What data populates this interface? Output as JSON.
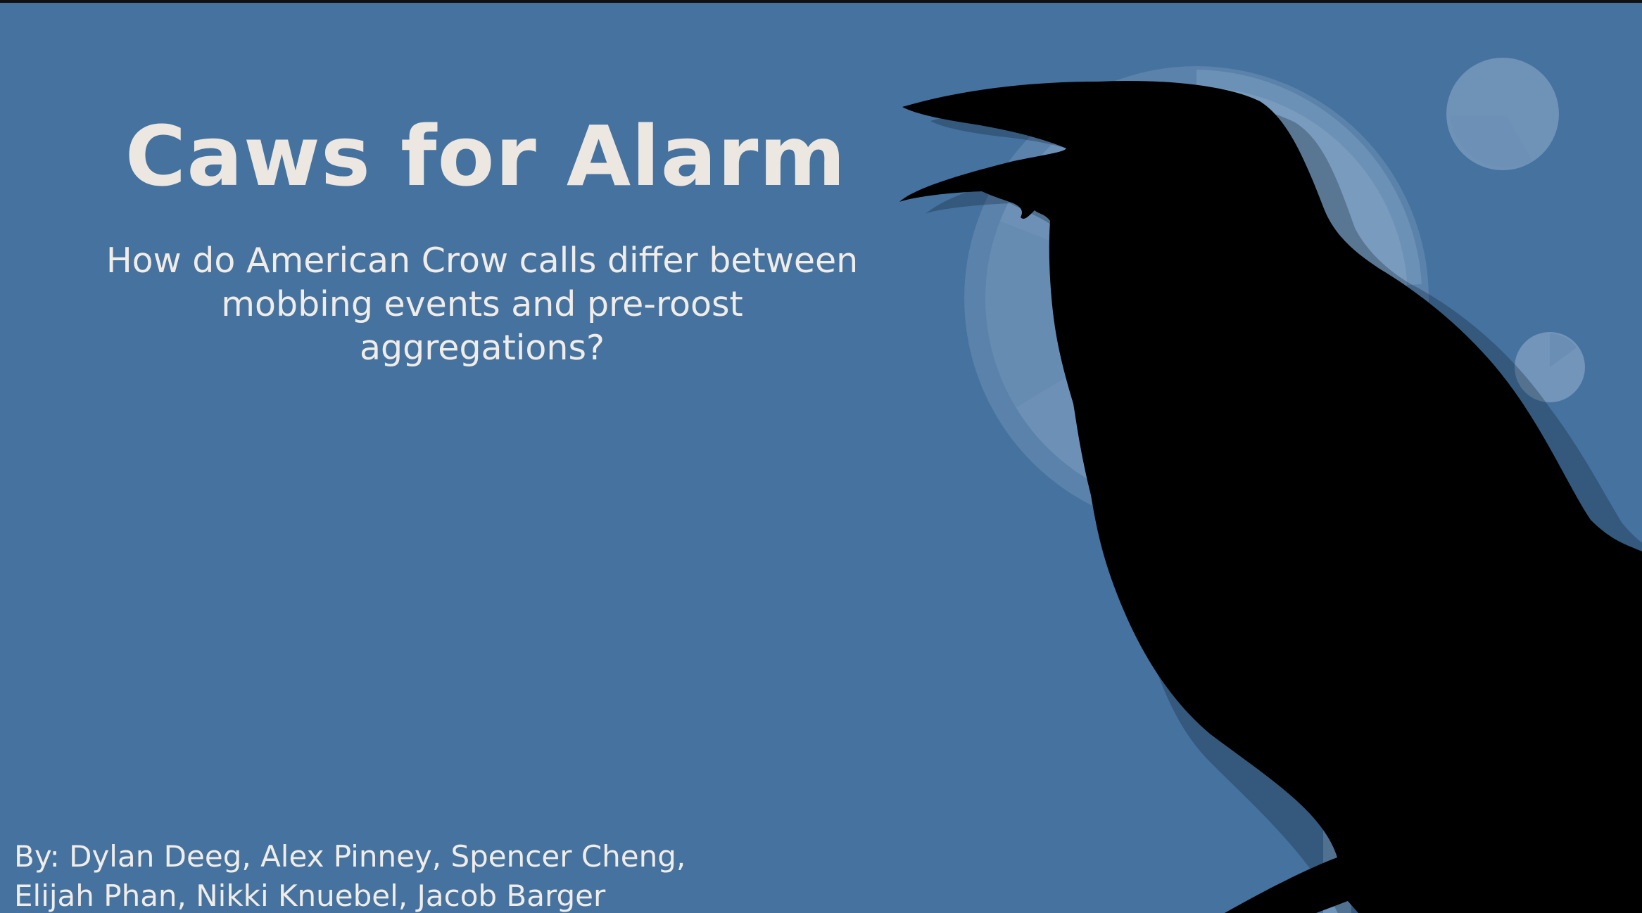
{
  "slide": {
    "title": "Caws for Alarm",
    "subtitle": "How do American Crow calls differ between mobbing events and pre-roost aggregations?",
    "authors_line1": "By: Dylan Deeg, Alex Pinney, Spencer Cheng,",
    "authors_line2": "Elijah Phan, Nikki Knuebel, Jacob Barger"
  },
  "colors": {
    "background": "#45729e",
    "title": "#ece7e1",
    "text": "#f0ece8",
    "crow": "#000000",
    "circle_light": "#7d9ebf"
  },
  "icons": {
    "crow": "crow-silhouette-icon",
    "clock": "clock-icon",
    "pie": "pie-icon"
  }
}
